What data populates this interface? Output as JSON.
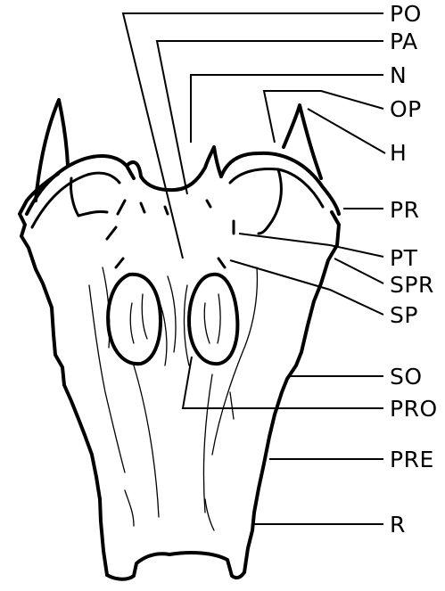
{
  "labels": {
    "po": "PO",
    "pa": "PA",
    "n": "N",
    "op": "OP",
    "h": "H",
    "pr": "PR",
    "pt": "PT",
    "spr": "SPR",
    "sp": "SP",
    "so": "SO",
    "pro": "PRO",
    "pre": "PRE",
    "r": "R"
  },
  "colors": {
    "ink": "#000000",
    "background": "#ffffff"
  }
}
